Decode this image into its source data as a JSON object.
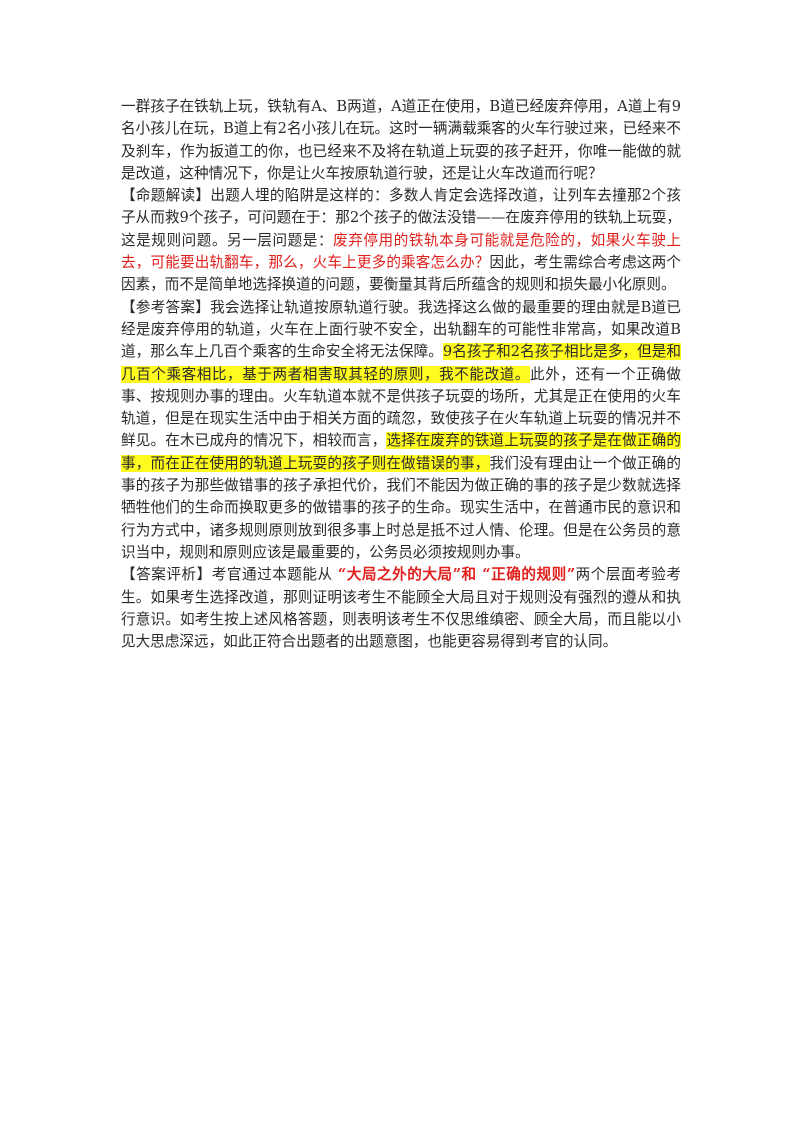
{
  "question": {
    "text": "一群孩子在铁轨上玩，铁轨有A、B两道，A道正在使用，B道已经废弃停用，A道上有9名小孩儿在玩，B道上有2名小孩儿在玩。这时一辆满载乘客的火车行驶过来，已经来不及刹车，作为扳道工的你，也已经来不及将在轨道上玩耍的孩子赶开，你唯一能做的就是改道，这种情况下，你是让火车按原轨道行驶，还是让火车改道而行呢？"
  },
  "interpretation": {
    "tag": "【命题解读】",
    "text1": "出题人埋的陷阱是这样的：多数人肯定会选择改道，让列车去撞那2个孩子从而救9个孩子，可问题在于：那2个孩子的做法没错——在废弃停用的铁轨上玩耍，这是规则问题。另一层问题是：",
    "red": "废弃停用的铁轨本身可能就是危险的，如果火车驶上去，可能要出轨翻车，那么，火车上更多的乘客怎么办？",
    "text2": "因此，考生需综合考虑这两个因素，而不是简单地选择换道的问题，要衡量其背后所蕴含的规则和损失最小化原则。"
  },
  "answer": {
    "tag": "【参考答案】",
    "text1": "我会选择让轨道按原轨道行驶。我选择这么做的最重要的理由就是B道已经是废弃停用的轨道，火车在上面行驶不安全，出轨翻车的可能性非常高，如果改道B道，那么车上几百个乘客的生命安全将无法保障。",
    "hl1": "9名孩子和2名孩子相比是多，但是和几百个乘客相比，基于两者相害取其轻的原则，我不能改道。",
    "text2": "此外，还有一个正确做事、按规则办事的理由。火车轨道本就不是供孩子玩耍的场所，尤其是正在使用的火车轨道，但是在现实生活中由于相关方面的疏忽，致使孩子在火车轨道上玩耍的情况并不鲜见。在木已成舟的情况下，相较而言，",
    "hl2": "选择在废弃的铁道上玩耍的孩子是在做正确的事，而在正在使用的轨道上玩耍的孩子则在做错误的事，",
    "text3": "我们没有理由让一个做正确的事的孩子为那些做错事的孩子承担代价，我们不能因为做正确的事的孩子是少数就选择牺牲他们的生命而换取更多的做错事的孩子的生命。现实生活中，在普通市民的意识和行为方式中，诸多规则原则放到很多事上时总是抵不过人情、伦理。但是在公务员的意识当中，规则和原则应该是最重要的，公务员必须按规则办事。"
  },
  "evaluation": {
    "tag": "【答案评析】",
    "text1": "考官通过本题能从 ",
    "bold1": "“大局之外的大局”",
    "mid": "和 ",
    "bold2": "“正确的规则”",
    "text2": "两个层面考验考生。如果考生选择改道，那则证明该考生不能顾全大局且对于规则没有强烈的遵从和执行意识。如考生按上述风格答题，则表明该考生不仅思维缜密、顾全大局，而且能以小见大思虑深远，如此正符合出题者的出题意图，也能更容易得到考官的认同。"
  }
}
